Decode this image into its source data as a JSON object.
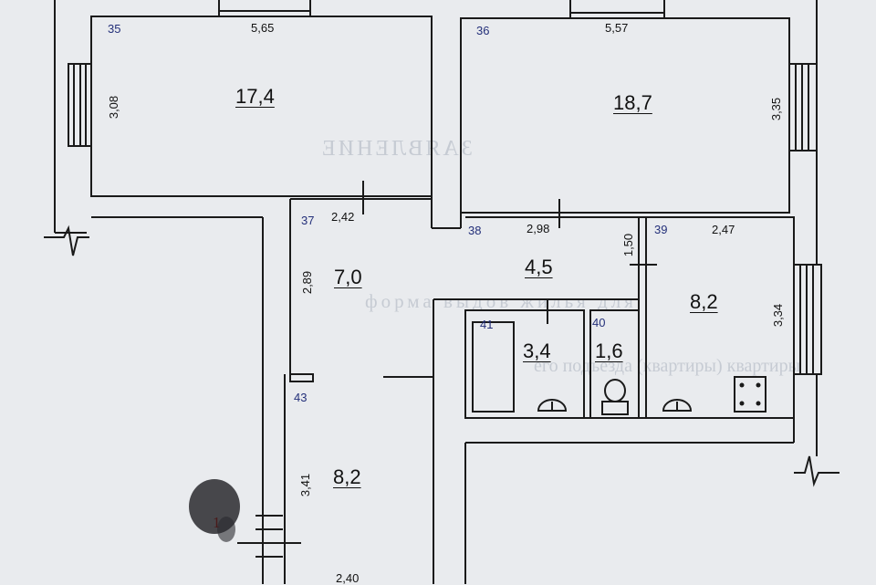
{
  "colors": {
    "paper": "#e9ebee",
    "ink": "#1a1a1a",
    "room_number": "#24307a",
    "stain": "#2a2a2e"
  },
  "rooms": [
    {
      "number": "35",
      "area": "17,4",
      "width": "5,65",
      "height": "3,08"
    },
    {
      "number": "36",
      "area": "18,7",
      "width": "5,57",
      "height": "3,35"
    },
    {
      "number": "37",
      "area": "7,0",
      "width": "2,42",
      "height": "2,89"
    },
    {
      "number": "38",
      "area": "4,5",
      "width": "2,98",
      "height": "1,50"
    },
    {
      "number": "39",
      "area": "8,2",
      "width": "2,47",
      "height": "3,34"
    },
    {
      "number": "41",
      "area": "3,4"
    },
    {
      "number": "40",
      "area": "1,6"
    },
    {
      "number": "43",
      "area": "8,2",
      "height": "3,41",
      "width": "2,40"
    }
  ],
  "entrance_number": "1",
  "background_text": [
    "ЗАЯВЛЕНИЕ",
    "форма выдов жилья для",
    "его подъезда (квартиры) квартиры"
  ]
}
